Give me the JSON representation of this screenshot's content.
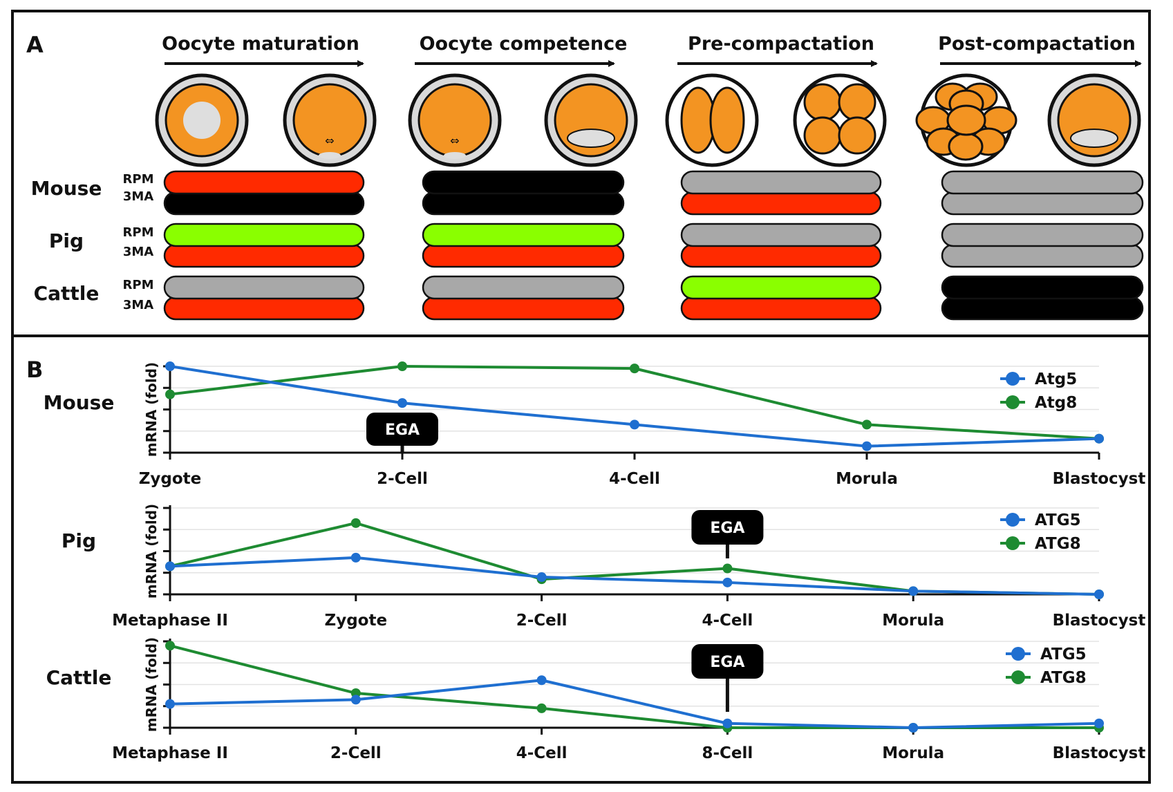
{
  "panel_a": {
    "letter": "A",
    "stages": [
      "Oocyte maturation",
      "Oocyte competence",
      "Pre-compactation",
      "Post-compactation"
    ],
    "treatment_labels": [
      "RPM",
      "3MA"
    ],
    "species": [
      {
        "name": "Mouse",
        "colors": [
          [
            "#ff2a00",
            "#000000"
          ],
          [
            "#000000",
            "#000000"
          ],
          [
            "#a8a8a8",
            "#ff2a00"
          ],
          [
            "#a8a8a8",
            "#a8a8a8"
          ]
        ]
      },
      {
        "name": "Pig",
        "colors": [
          [
            "#8aff00",
            "#ff2a00"
          ],
          [
            "#8aff00",
            "#ff2a00"
          ],
          [
            "#a8a8a8",
            "#ff2a00"
          ],
          [
            "#a8a8a8",
            "#a8a8a8"
          ]
        ]
      },
      {
        "name": "Cattle",
        "colors": [
          [
            "#a8a8a8",
            "#ff2a00"
          ],
          [
            "#a8a8a8",
            "#ff2a00"
          ],
          [
            "#8aff00",
            "#ff2a00"
          ],
          [
            "#000000",
            "#000000"
          ]
        ]
      }
    ],
    "cell_color": "#f39422"
  },
  "panel_b": {
    "letter": "B",
    "ylabel": "mRNA (fold)",
    "ega_label": "EGA",
    "colors": {
      "blue": "#1f6fd0",
      "green": "#1e8b32"
    },
    "charts": [
      {
        "species": "Mouse",
        "categories": [
          "Zygote",
          "2-Cell",
          "4-Cell",
          "Morula",
          "Blastocyst"
        ],
        "ega_index": 1,
        "series": [
          {
            "name": "Atg5",
            "values": [
              4.0,
              2.3,
              1.3,
              0.3,
              0.65
            ]
          },
          {
            "name": "Atg8",
            "values": [
              2.7,
              4.0,
              3.9,
              1.3,
              0.65
            ]
          }
        ]
      },
      {
        "species": "Pig",
        "categories": [
          "Metaphase II",
          "Zygote",
          "2-Cell",
          "4-Cell",
          "Morula",
          "Blastocyst"
        ],
        "ega_index": 3,
        "series": [
          {
            "name": "ATG5",
            "values": [
              1.3,
              1.7,
              0.8,
              0.55,
              0.15,
              0.0
            ]
          },
          {
            "name": "ATG8",
            "values": [
              1.3,
              3.3,
              0.7,
              1.2,
              0.15,
              0.0
            ]
          }
        ]
      },
      {
        "species": "Cattle",
        "categories": [
          "Metaphase II",
          "2-Cell",
          "4-Cell",
          "8-Cell",
          "Morula",
          "Blastocyst"
        ],
        "ega_index": 3,
        "series": [
          {
            "name": "ATG5",
            "values": [
              1.1,
              1.3,
              2.2,
              0.2,
              0.0,
              0.2
            ]
          },
          {
            "name": "ATG8",
            "values": [
              3.8,
              1.6,
              0.9,
              0.0,
              0.0,
              0.0
            ]
          }
        ]
      }
    ]
  }
}
